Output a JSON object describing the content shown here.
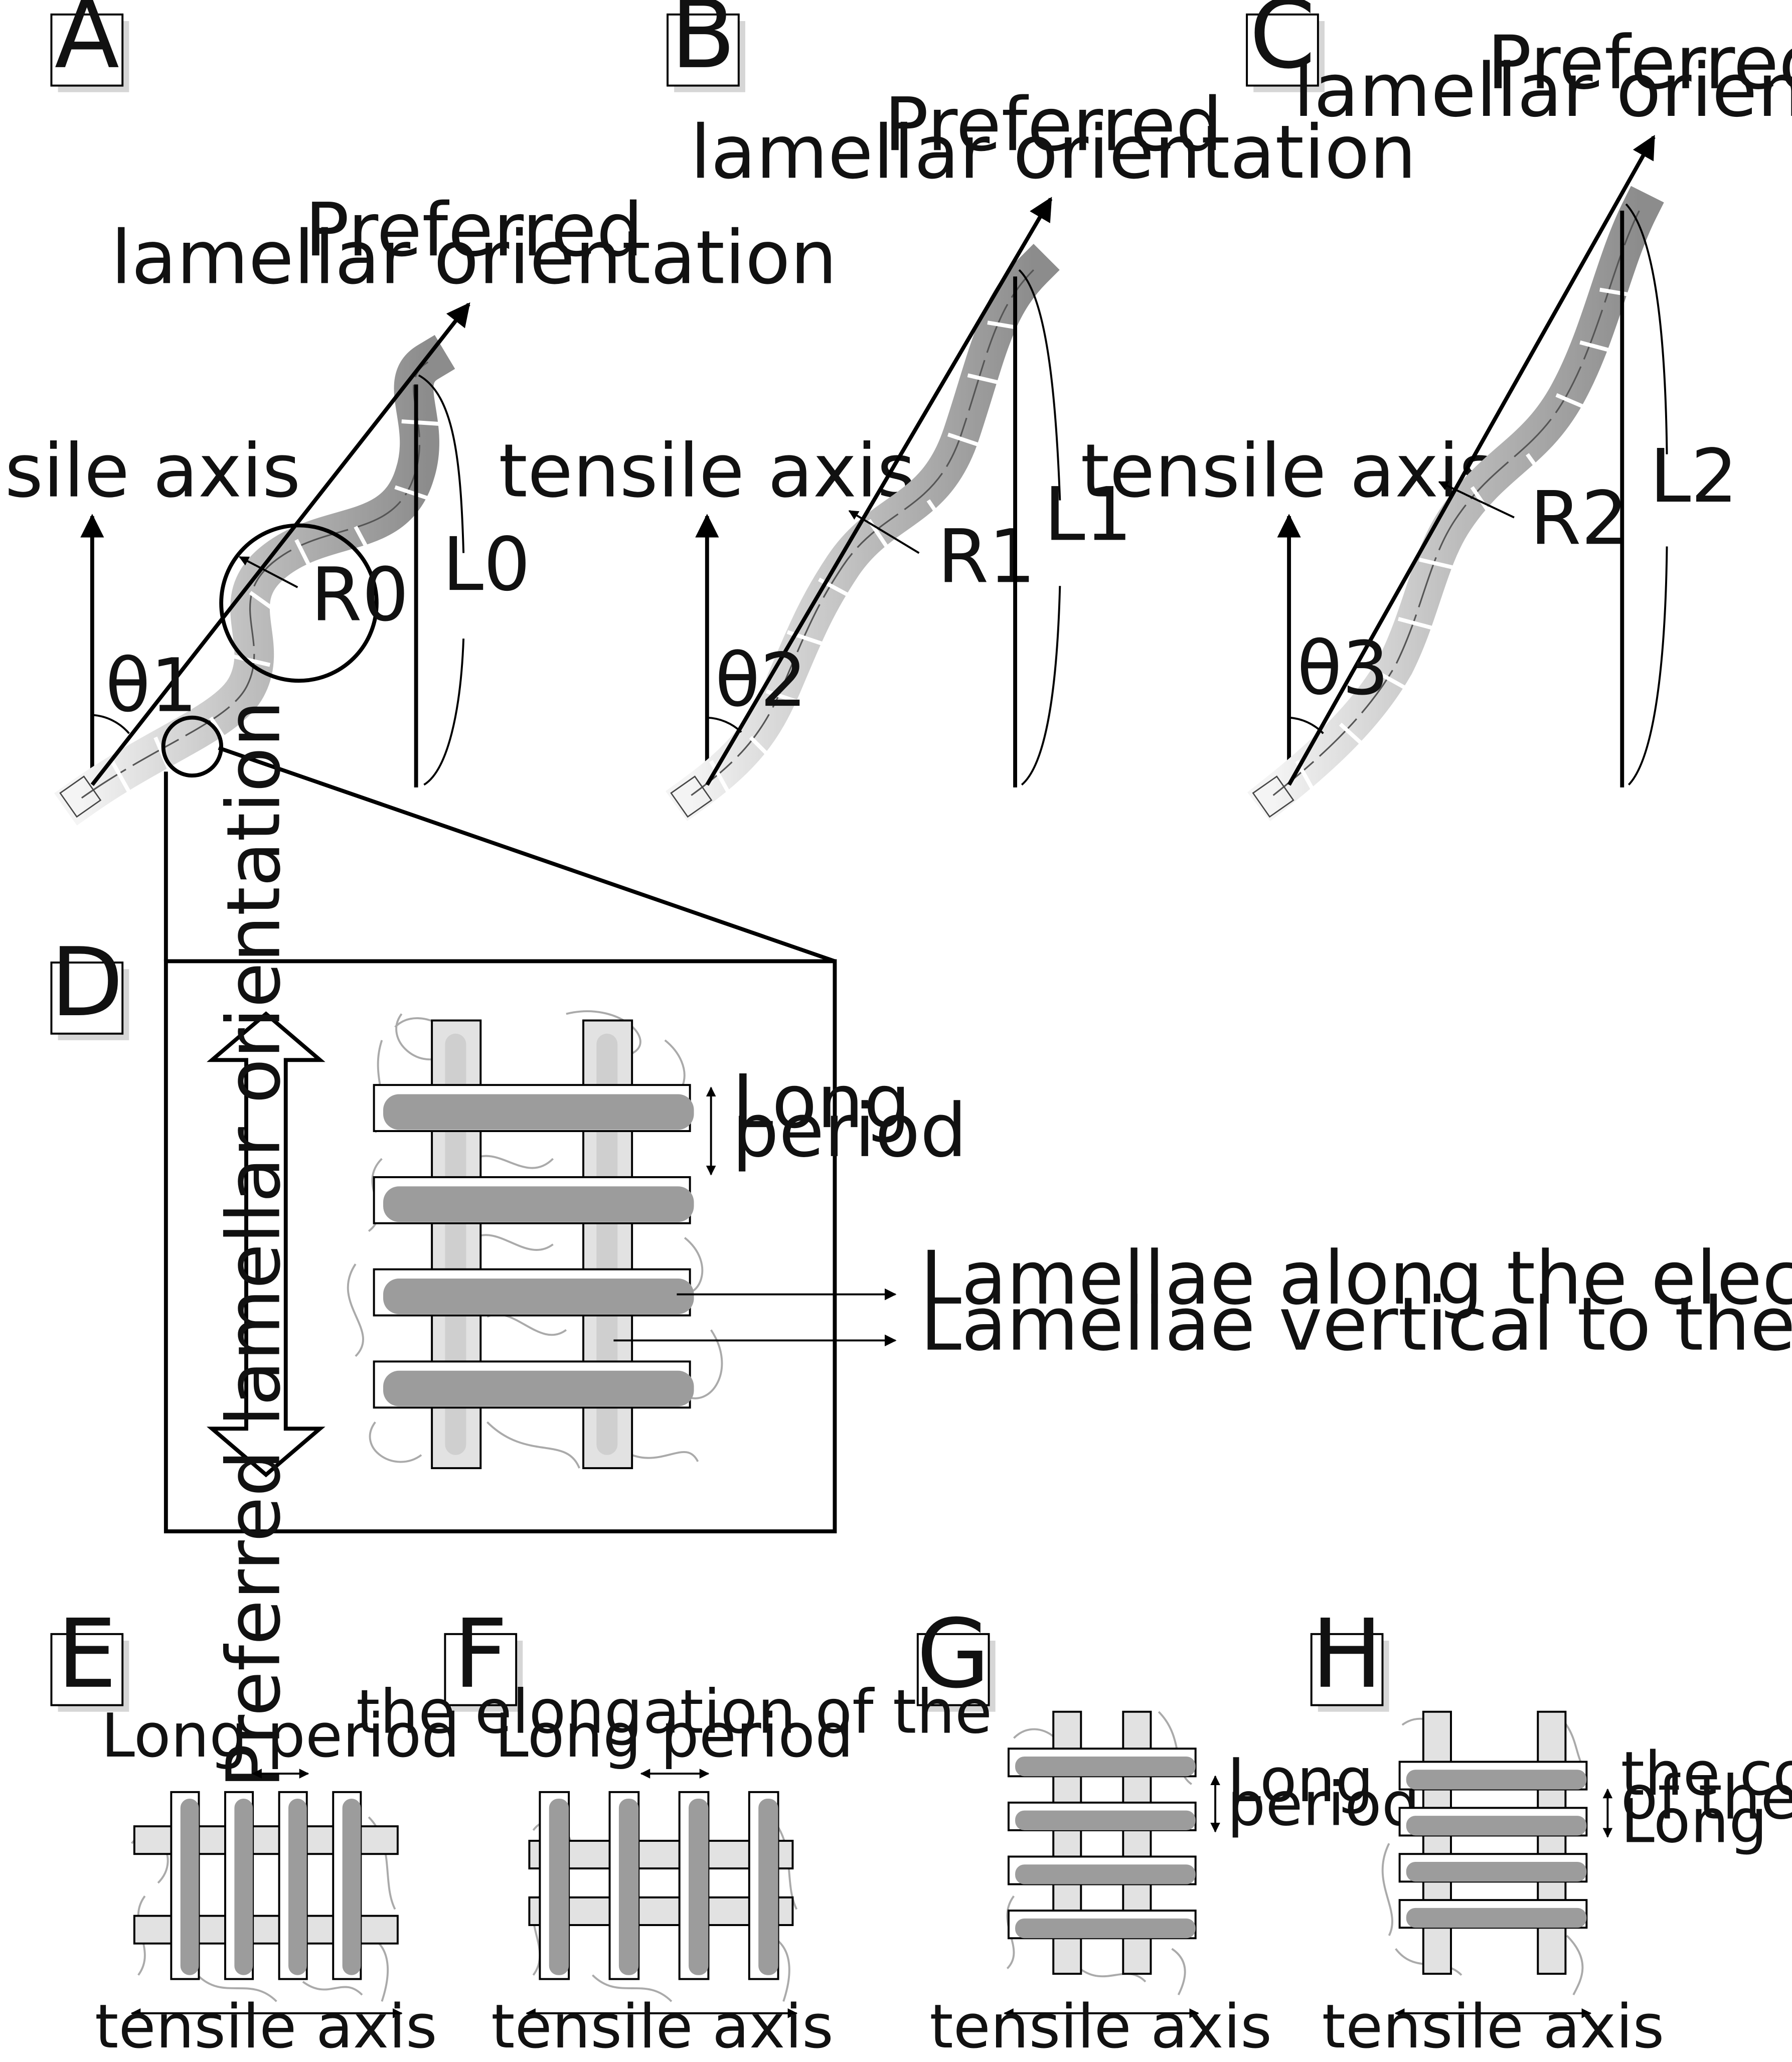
{
  "panels": {
    "A": "A",
    "B": "B",
    "C": "C",
    "D": "D",
    "E": "E",
    "F": "F",
    "G": "G",
    "H": "H"
  },
  "labels": {
    "tensile_axis": "tensile axis",
    "preferred_line1": "Preferred",
    "preferred_line2": "lamellar orientation",
    "preferred_full": "Preferred lamellar orientation",
    "theta1": "θ1",
    "theta2": "θ2",
    "theta3": "θ3",
    "r0": "R0",
    "r1": "R1",
    "r2": "R2",
    "l0": "L0",
    "l1": "L1",
    "l2": "L2",
    "long": "Long",
    "period": "period",
    "long_period": "Long period",
    "lamellae_along": "Lamellae along the electrospun revolving direction",
    "lamellae_vertical": "Lamellae vertical to the revolving direction",
    "elongation_line1": "the elongation of the",
    "contraction_line1": "the contraction",
    "contraction_line2": "of the"
  }
}
